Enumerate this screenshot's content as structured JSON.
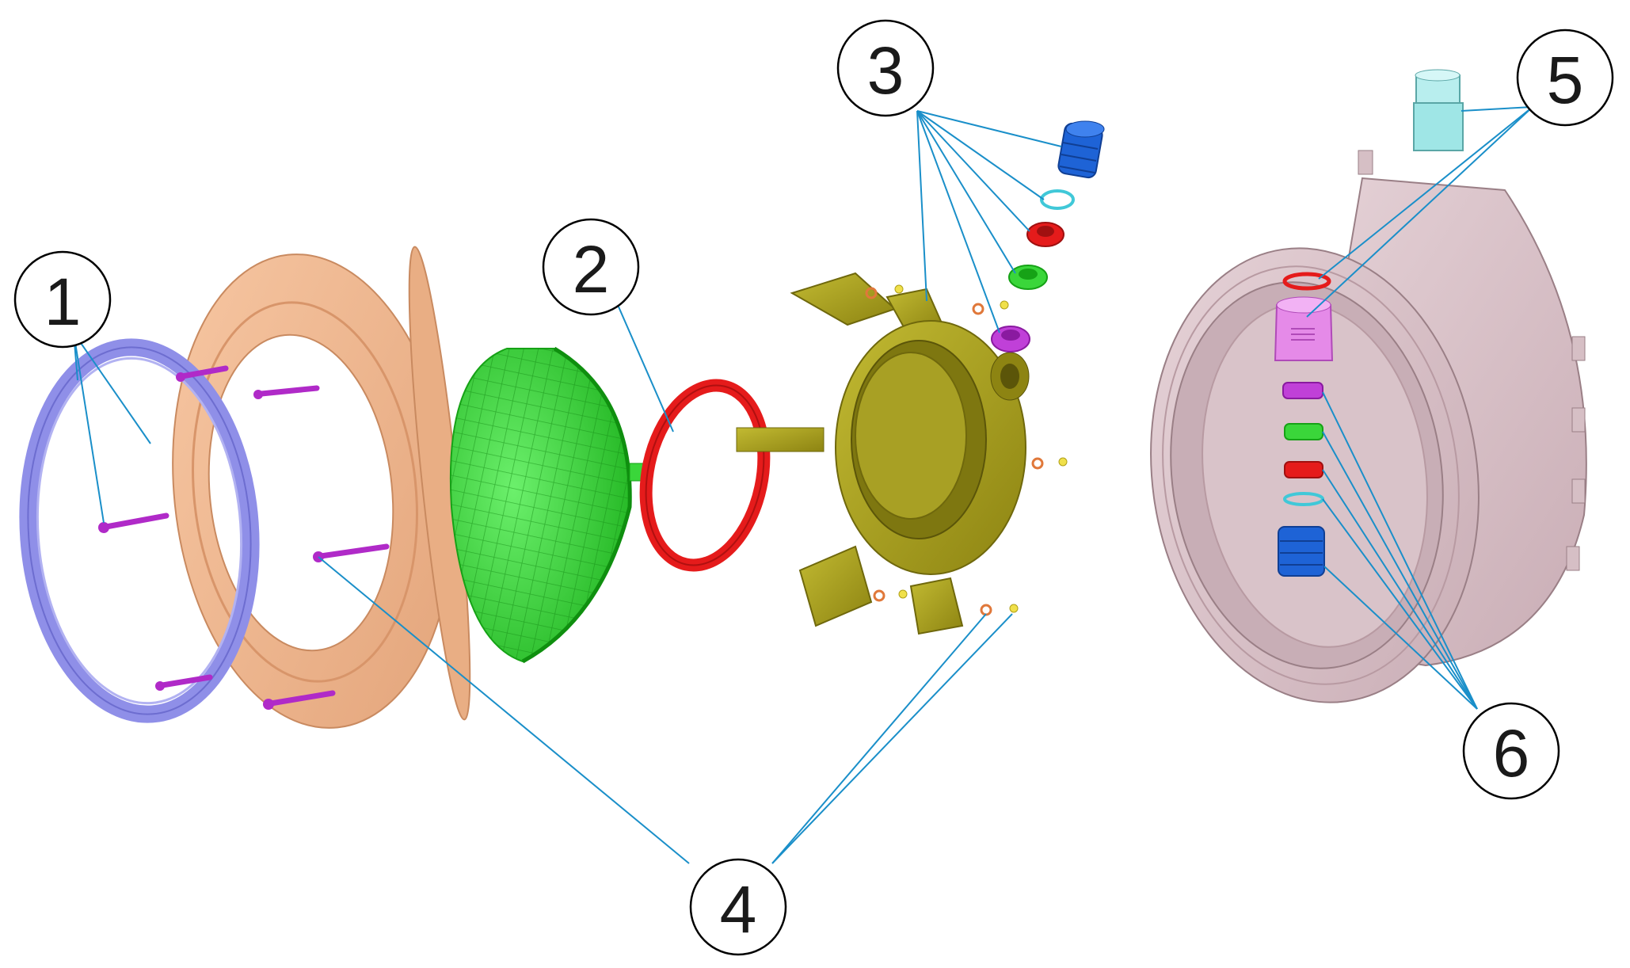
{
  "callouts": [
    {
      "id": "1",
      "label": "1"
    },
    {
      "id": "2",
      "label": "2"
    },
    {
      "id": "3",
      "label": "3"
    },
    {
      "id": "4",
      "label": "4"
    },
    {
      "id": "5",
      "label": "5"
    },
    {
      "id": "6",
      "label": "6"
    }
  ],
  "colors": {
    "background": "#ffffff",
    "leader_line": "#1a8fc9",
    "trim_ring": "#8f8fe8",
    "faceplate": "#f0b48a",
    "lamp": "#3ad63a",
    "gasket": "#e51b1b",
    "bracket": "#a39a18",
    "niche": "#dcc6cc",
    "screws": "#b02ac8",
    "gland_blue": "#1e63d6",
    "gland_pink": "#e58ae8",
    "fitting_cyan": "#9fe6e6"
  },
  "parts": [
    {
      "callout": "1",
      "name": "trim-ring"
    },
    {
      "callout": "1",
      "name": "faceplate"
    },
    {
      "callout": "2",
      "name": "gasket-o-ring"
    },
    {
      "callout": "3",
      "name": "cable-gland-set"
    },
    {
      "callout": "4",
      "name": "screws-and-nuts"
    },
    {
      "callout": "5",
      "name": "conduit-fitting"
    },
    {
      "callout": "6",
      "name": "niche-gland-set"
    }
  ]
}
